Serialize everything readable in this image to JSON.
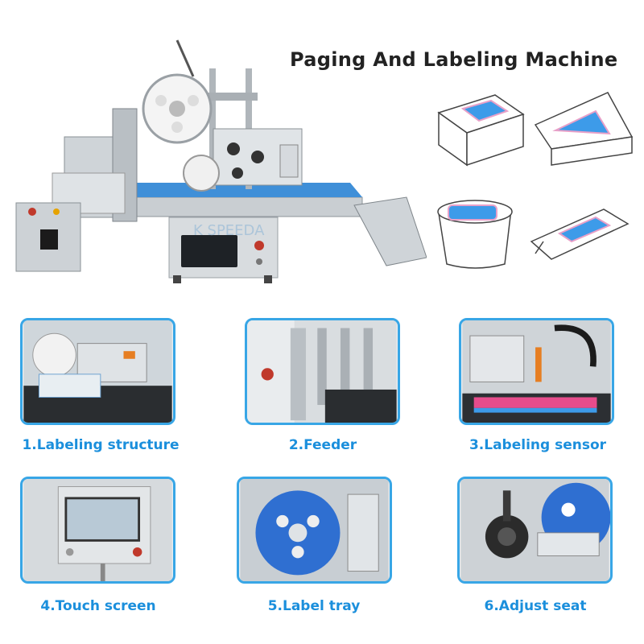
{
  "title": "Paging And Labeling Machine",
  "features": [
    {
      "label": "1.Labeling structure",
      "icon": "labeling-structure-photo"
    },
    {
      "label": "2.Feeder",
      "icon": "feeder-photo"
    },
    {
      "label": "3.Labeling sensor",
      "icon": "labeling-sensor-photo"
    },
    {
      "label": "4.Touch screen",
      "icon": "touch-screen-photo"
    },
    {
      "label": "5.Label tray",
      "icon": "label-tray-photo"
    },
    {
      "label": "6.Adjust seat",
      "icon": "adjust-seat-photo"
    }
  ],
  "colors": {
    "accent": "#1b8fdc",
    "frame": "#38a6e6",
    "label_blue": "#3d9be9",
    "belt": "#3f8fd8"
  }
}
